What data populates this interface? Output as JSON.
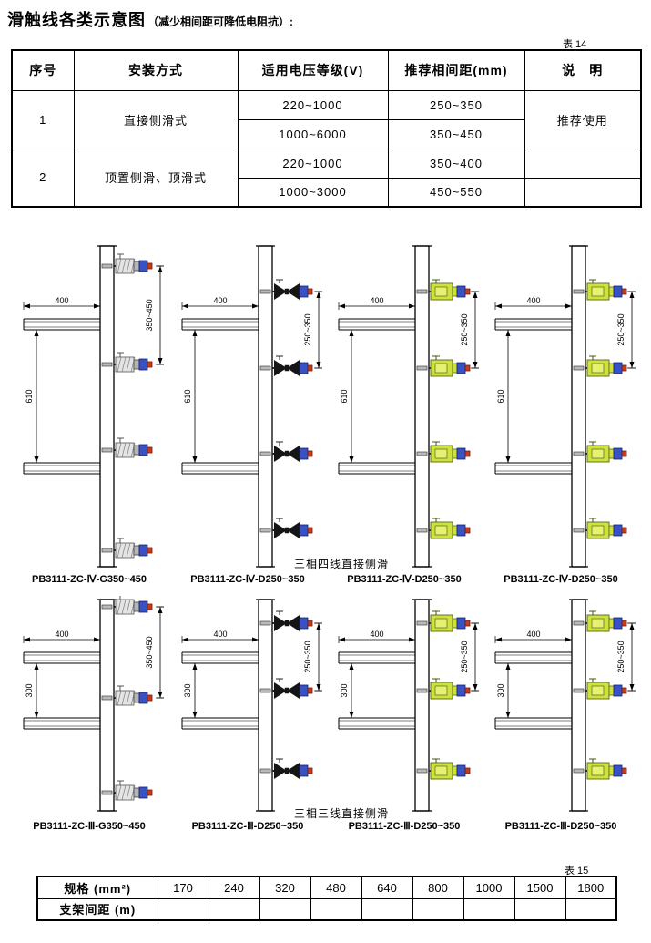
{
  "page": {
    "title_main": "滑触线各类示意图",
    "title_note": "（减少相间距可降低电阻抗）:",
    "table14_tag": "表 14",
    "table15_tag": "表 15"
  },
  "table14": {
    "headers": [
      "序号",
      "安装方式",
      "适用电压等级(V)",
      "推荐相间距(mm)",
      "说　明"
    ],
    "row1": {
      "no": "1",
      "method": "直接侧滑式",
      "voltage_a": "220~1000",
      "spacing_a": "250~350",
      "voltage_b": "1000~6000",
      "spacing_b": "350~450",
      "note": "推荐使用"
    },
    "row2": {
      "no": "2",
      "method": "顶置侧滑、顶滑式",
      "voltage_a": "220~1000",
      "spacing_a": "350~400",
      "voltage_b": "1000~3000",
      "spacing_b": "450~550",
      "note": ""
    }
  },
  "diagrams": {
    "caption_top": "三相四线直接侧滑",
    "caption_bottom": "三相三线直接侧滑",
    "top": [
      {
        "model": "PB3111-ZC-Ⅳ-G350~450",
        "dim_top": "400",
        "dim_left": "610",
        "dim_right": "350~450",
        "style": "gray",
        "collectors": 4
      },
      {
        "model": "PB3111-ZC-Ⅳ-D250~350",
        "dim_top": "400",
        "dim_left": "610",
        "dim_right": "250~350",
        "style": "black",
        "collectors": 4
      },
      {
        "model": "PB3111-ZC-Ⅳ-D250~350",
        "dim_top": "400",
        "dim_left": "610",
        "dim_right": "250~350",
        "style": "yellow",
        "collectors": 4
      },
      {
        "model": "PB3111-ZC-Ⅳ-D250~350",
        "dim_top": "400",
        "dim_left": "610",
        "dim_right": "250~350",
        "style": "yellow",
        "collectors": 4
      }
    ],
    "bottom": [
      {
        "model": "PB3111-ZC-Ⅲ-G350~450",
        "dim_top": "400",
        "dim_left": "300",
        "dim_right": "350~450",
        "style": "gray",
        "collectors": 3
      },
      {
        "model": "PB3111-ZC-Ⅲ-D250~350",
        "dim_top": "400",
        "dim_left": "300",
        "dim_right": "250~350",
        "style": "black",
        "collectors": 3
      },
      {
        "model": "PB3111-ZC-Ⅲ-D250~350",
        "dim_top": "400",
        "dim_left": "300",
        "dim_right": "250~350",
        "style": "yellow",
        "collectors": 3
      },
      {
        "model": "PB3111-ZC-Ⅲ-D250~350",
        "dim_top": "400",
        "dim_left": "300",
        "dim_right": "250~350",
        "style": "yellow",
        "collectors": 3
      }
    ]
  },
  "table15": {
    "spec_label": "规格 (mm²)",
    "spacing_label": "支架间距 (m)",
    "values": [
      "170",
      "240",
      "320",
      "480",
      "640",
      "800",
      "1000",
      "1500",
      "1800"
    ]
  }
}
